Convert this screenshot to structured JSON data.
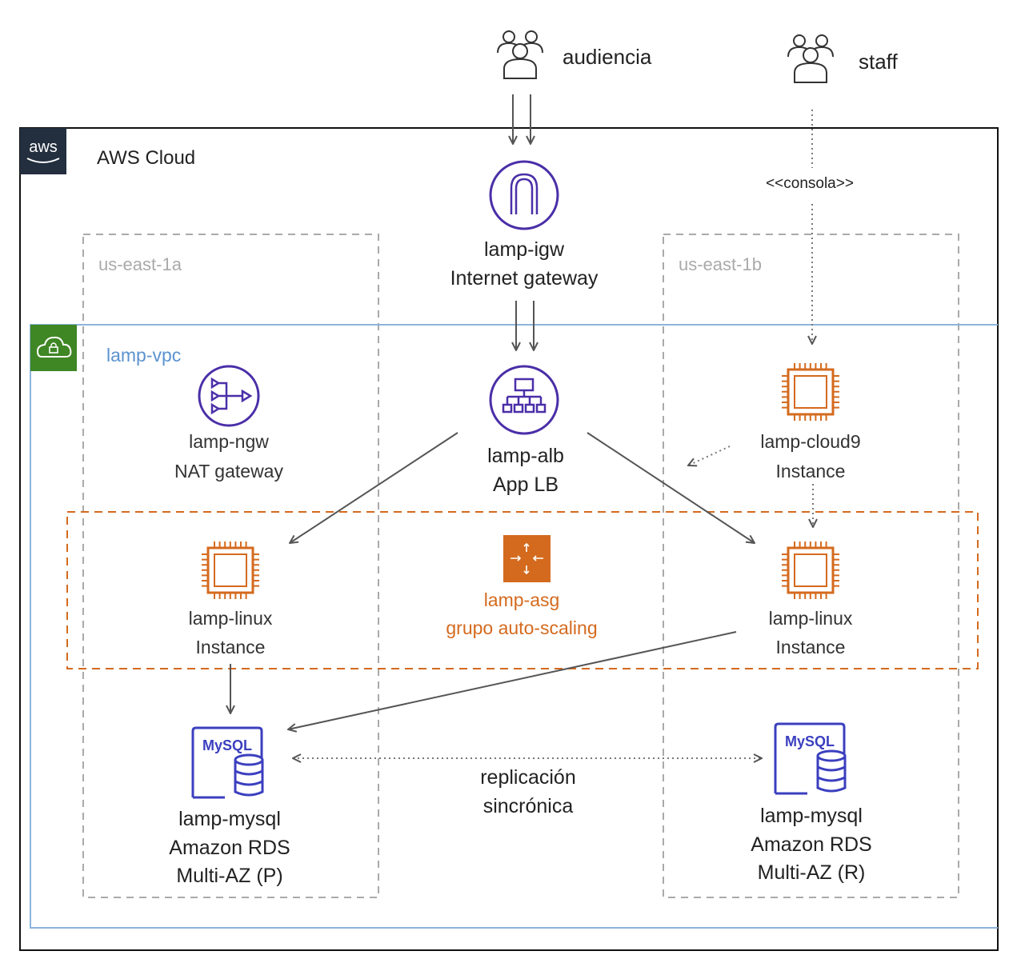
{
  "actors": {
    "audience": "audiencia",
    "staff": "staff"
  },
  "cloud": {
    "title": "AWS Cloud",
    "logo": "aws"
  },
  "zones": {
    "a": "us-east-1a",
    "b": "us-east-1b"
  },
  "vpc": {
    "label": "lamp-vpc"
  },
  "console_label": "<<consola>>",
  "igw": {
    "name": "lamp-igw",
    "type": "Internet gateway"
  },
  "alb": {
    "name": "lamp-alb",
    "type": "App LB"
  },
  "ngw": {
    "name": "lamp-ngw",
    "type": "NAT gateway"
  },
  "cloud9": {
    "name": "lamp-cloud9",
    "type": "Instance"
  },
  "asg": {
    "name": "lamp-asg",
    "type": "grupo auto-scaling"
  },
  "linux_a": {
    "name": "lamp-linux",
    "type": "Instance"
  },
  "linux_b": {
    "name": "lamp-linux",
    "type": "Instance"
  },
  "replication": {
    "line1": "replicación",
    "line2": "sincrónica"
  },
  "db_primary": {
    "name": "lamp-mysql",
    "type": "Amazon RDS",
    "mode": "Multi-AZ (P)",
    "icon_text": "MySQL"
  },
  "db_replica": {
    "name": "lamp-mysql",
    "type": "Amazon RDS",
    "mode": "Multi-AZ (R)",
    "icon_text": "MySQL"
  },
  "colors": {
    "purple": "#4a2fa8",
    "orange": "#d46a1e",
    "green": "#3f8624",
    "vpc": "#8db3dc",
    "vpc_text": "#5b93cf",
    "aws_dark": "#232f3e"
  }
}
